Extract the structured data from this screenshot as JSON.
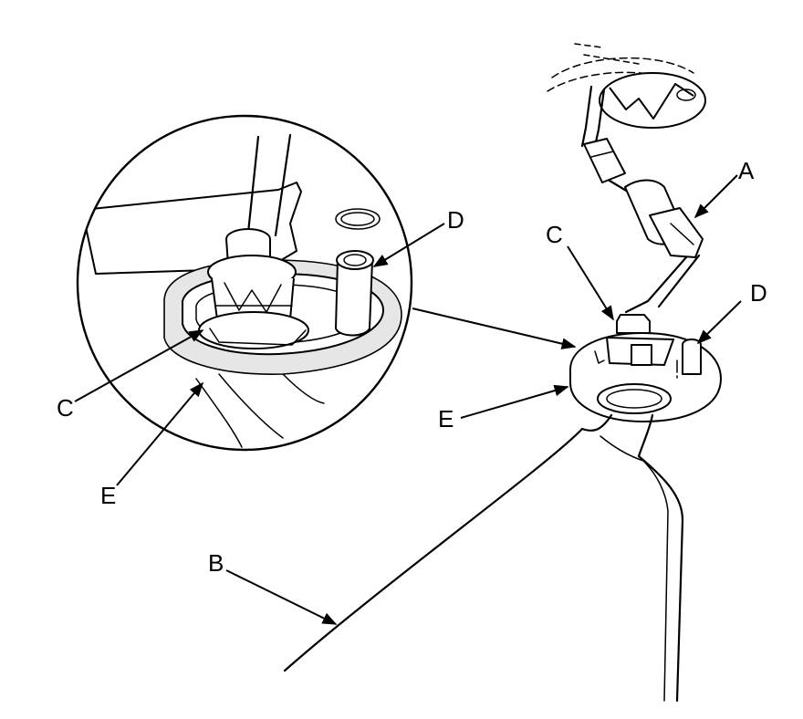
{
  "callouts": {
    "a": "A",
    "b": "B",
    "c_detail": "C",
    "c_main": "C",
    "d_detail": "D",
    "d_main": "D",
    "e_detail": "E",
    "e_main": "E"
  }
}
